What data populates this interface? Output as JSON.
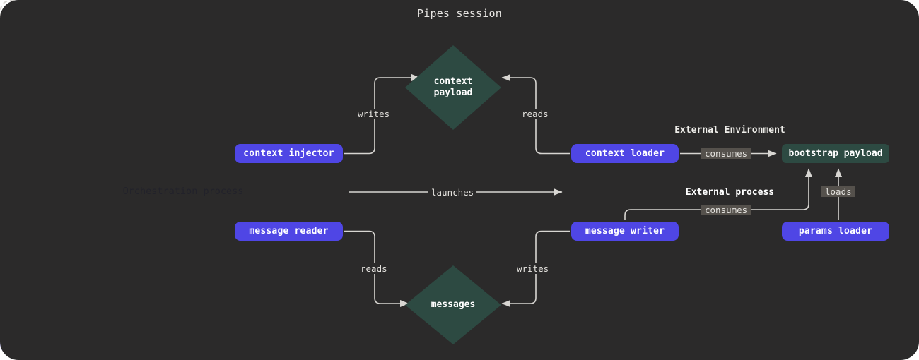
{
  "title": "Pipes session",
  "theme": {
    "canvas_bg": "#2B2A2A",
    "orchestration_bg": "#DEDCFD",
    "pill_color": "#4F46E5",
    "resource_color": "#2D4A42",
    "external_process_bg": "#55514C",
    "edge_color": "#d8d6d2",
    "text_light": "#e8e6e3"
  },
  "orchestration": {
    "label": "Orchestration process",
    "nodes": [
      {
        "id": "context-injector",
        "label": "context injector"
      },
      {
        "id": "message-reader",
        "label": "message reader"
      }
    ]
  },
  "external_environment": {
    "label": "External Environment",
    "process": {
      "label": "External process",
      "nodes": [
        {
          "id": "context-loader",
          "label": "context loader"
        },
        {
          "id": "message-writer",
          "label": "message writer"
        },
        {
          "id": "params-loader",
          "label": "params loader"
        },
        {
          "id": "bootstrap-payload",
          "label": "bootstrap payload"
        }
      ]
    }
  },
  "resources": [
    {
      "id": "context-payload",
      "label": "context\npayload"
    },
    {
      "id": "messages",
      "label": "messages"
    }
  ],
  "edges": [
    {
      "id": "writes-context",
      "label": "writes",
      "from": "context-injector",
      "to": "context-payload"
    },
    {
      "id": "reads-context",
      "label": "reads",
      "from": "context-loader",
      "to": "context-payload"
    },
    {
      "id": "launches",
      "label": "launches",
      "from": "orchestration-process",
      "to": "external-environment"
    },
    {
      "id": "reads-messages",
      "label": "reads",
      "from": "message-reader",
      "to": "messages"
    },
    {
      "id": "writes-messages",
      "label": "writes",
      "from": "message-writer",
      "to": "messages"
    },
    {
      "id": "consumes-context",
      "label": "consumes",
      "from": "context-loader",
      "to": "bootstrap-payload"
    },
    {
      "id": "consumes-message",
      "label": "consumes",
      "from": "message-writer",
      "to": "bootstrap-payload"
    },
    {
      "id": "loads",
      "label": "loads",
      "from": "params-loader",
      "to": "bootstrap-payload"
    }
  ]
}
